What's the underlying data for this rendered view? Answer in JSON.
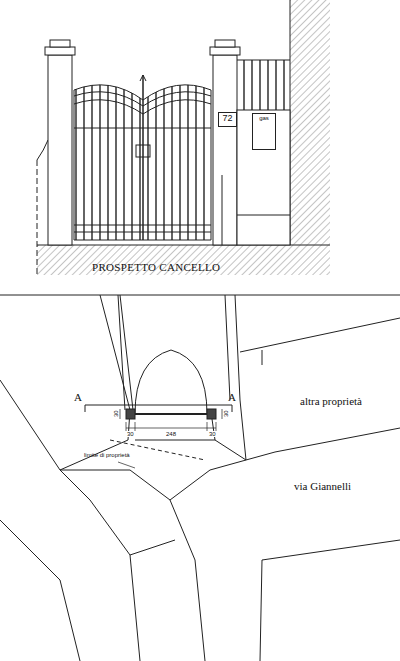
{
  "diagram": {
    "title": "PROSPETTO CANCELLO",
    "nodes": [
      {
        "text": [
          "72"
        ]
      },
      {
        "text": [
          "gas"
        ]
      }
    ],
    "labels": [
      "A",
      "A",
      "30",
      "30",
      "248",
      "30",
      "30",
      "limite di proprietà",
      "altra proprietà",
      "via Giannelli"
    ]
  }
}
